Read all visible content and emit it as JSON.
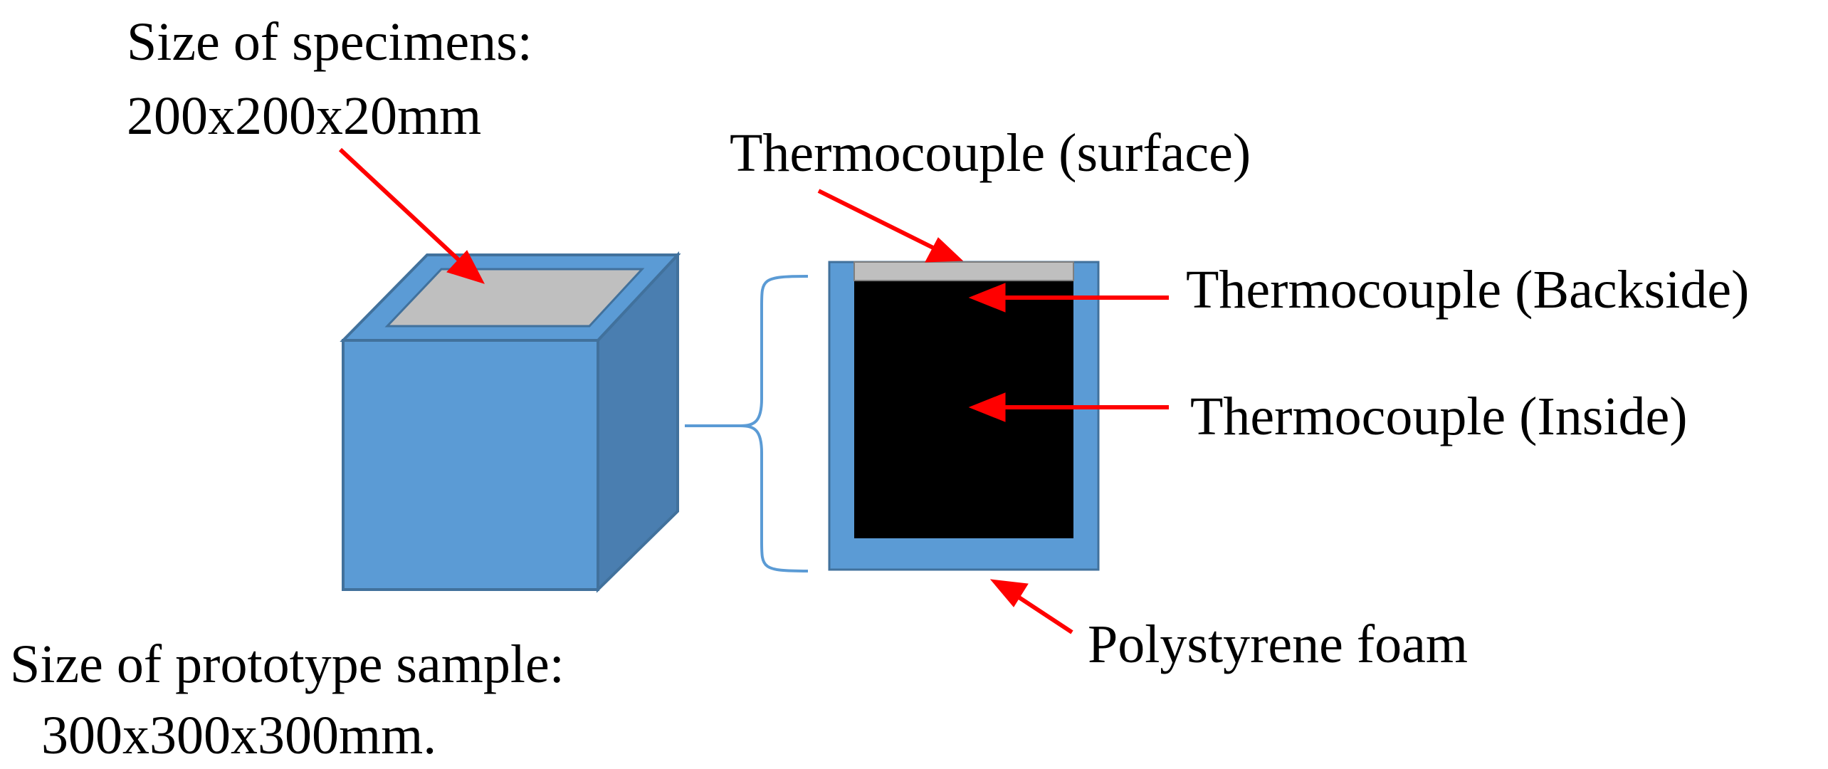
{
  "labels": {
    "specimen_size_title": "Size of specimens:",
    "specimen_size_value": "200x200x20mm",
    "thermocouple_surface": "Thermocouple (surface)",
    "thermocouple_backside": "Thermocouple (Backside)",
    "thermocouple_inside": "Thermocouple (Inside)",
    "polystyrene_foam": "Polystyrene foam",
    "prototype_size_title": "Size of prototype sample:",
    "prototype_size_value": "300x300x300mm."
  },
  "colors": {
    "box_front": "#5b9bd5",
    "box_side": "#4a7eb0",
    "box_edge": "#41719c",
    "specimen": "#bfbfbf",
    "interior": "#000000",
    "arrow": "#ff0000",
    "bracket": "#5b9bd5"
  }
}
